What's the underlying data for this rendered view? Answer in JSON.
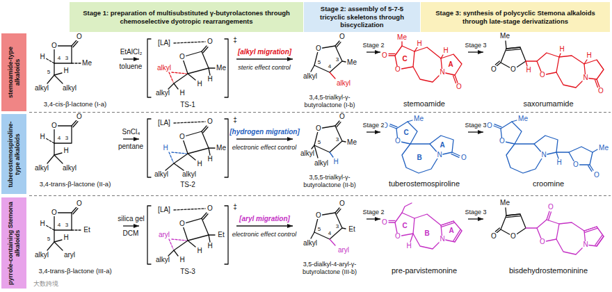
{
  "diagram": {
    "nodes": [
      {
        "text": [
          "Stage 1: preparation of multisubstituted γ-butyrolactones through chemoselective dyotropic rearrangements"
        ]
      },
      {
        "text": [
          "Stage 2: assembly of 5-7-5 tricyclic skeletons through biscyclization"
        ]
      },
      {
        "text": [
          "Stage 3: synthesis of polycyclic Stemona alkaloids through late-stage derivatizations"
        ]
      },
      {
        "text": [
          "stemoamide-type alkaloids"
        ]
      },
      {
        "text": [
          "3,4-cis-β-lactone (I-a)"
        ]
      },
      {
        "text": [
          "TS-1"
        ]
      },
      {
        "text": [
          "3,4,5-trialkyl-γ- butyrolactone (I-b)"
        ]
      },
      {
        "text": [
          "stemoamide"
        ]
      },
      {
        "text": [
          "saxorumamide"
        ]
      },
      {
        "text": [
          "tuberostemospiroline-type alkaloids"
        ]
      },
      {
        "text": [
          "3,4-trans-β-lactone (II-a)"
        ]
      },
      {
        "text": [
          "TS-2"
        ]
      },
      {
        "text": [
          "3,5,5-trialkyl-γ- butyrolactone (II-b)"
        ]
      },
      {
        "text": [
          "tuberostemospiroline"
        ]
      },
      {
        "text": [
          "croomine"
        ]
      },
      {
        "text": [
          "pyrrole-containing Stemona alkaloids"
        ]
      },
      {
        "text": [
          "3,4-trans-β-lactone (III-a)"
        ]
      },
      {
        "text": [
          "TS-3"
        ]
      },
      {
        "text": [
          "3,5-dialkyl-4-aryl-γ- butyrolactone (III-b)"
        ]
      },
      {
        "text": [
          "pre-parvistemonine"
        ]
      },
      {
        "text": [
          "bisdehydrostemoninine"
        ]
      }
    ],
    "edges": [
      {
        "from": 4,
        "to": 5,
        "arrow": "to",
        "label": "EtAlCl₂"
      },
      {
        "from": 5,
        "to": 6,
        "arrow": "to",
        "label": "[alkyl migration]"
      },
      {
        "from": 6,
        "to": 7,
        "arrow": "to",
        "label": "Stage 2"
      },
      {
        "from": 7,
        "to": 8,
        "arrow": "to",
        "label": "Stage 3"
      },
      {
        "from": 10,
        "to": 11,
        "arrow": "to",
        "label": "SnCl₄"
      },
      {
        "from": 11,
        "to": 12,
        "arrow": "to",
        "label": "[hydrogen migration]"
      },
      {
        "from": 12,
        "to": 13,
        "arrow": "to",
        "label": "Stage 2"
      },
      {
        "from": 13,
        "to": 14,
        "arrow": "to",
        "label": "Stage 3"
      },
      {
        "from": 16,
        "to": 17,
        "arrow": "to",
        "label": "silica gel"
      },
      {
        "from": 17,
        "to": 18,
        "arrow": "to",
        "label": "[aryl migration]"
      },
      {
        "from": 18,
        "to": 19,
        "arrow": "to",
        "label": "Stage 2"
      },
      {
        "from": 19,
        "to": 20,
        "arrow": "to",
        "label": "Stage 3"
      }
    ],
    "labels": [
      "O",
      "O",
      "3",
      "Me",
      "4",
      "H",
      "5",
      "H",
      "alkyl",
      "alkyl",
      "toluene",
      "[LA]",
      "‡",
      "O",
      "O",
      "Me",
      "H",
      "alkyl",
      "H",
      "alkyl",
      "H",
      "steric effect control",
      "O",
      "O",
      "3",
      "Me",
      "4",
      "alkyl",
      "5",
      "alkyl",
      "Me",
      "O",
      "O",
      "C",
      "H",
      "H",
      "N",
      "A",
      "O",
      "Me",
      "O",
      "O",
      "H",
      "O",
      "H",
      "H",
      "N",
      "O",
      "O",
      "O",
      "3",
      "4",
      "H",
      "H",
      "alkyl",
      "alkyl",
      "pentane",
      "[LA]",
      "‡",
      "O",
      "O",
      "Me",
      "H",
      "H",
      "H",
      "alkyl",
      "alkyl",
      "electronic effect control",
      "O",
      "O",
      "3",
      "Me",
      "H",
      "5",
      "alkyl",
      "alkyl",
      "Me",
      "O",
      "O",
      "C",
      "B",
      "N",
      "A",
      "O",
      "Me",
      "O",
      "O",
      "N",
      "H",
      "O",
      "O",
      "Me",
      "O",
      "O",
      "3",
      "Et",
      "4",
      "H",
      "5",
      "H",
      "alkyl",
      "aryl",
      "DCM",
      "[LA]",
      "‡",
      "O",
      "O",
      "Et",
      "H",
      "aryl",
      "H",
      "alkyl",
      "H",
      "electronic effect control",
      "O",
      "O",
      "3",
      "Et",
      "4",
      "aryl",
      "5",
      "alkyl",
      "O",
      "O",
      "C",
      "H",
      "B",
      "N",
      "A",
      "O",
      "O",
      "Me",
      "O",
      "O",
      "N",
      "大数跨境"
    ]
  }
}
